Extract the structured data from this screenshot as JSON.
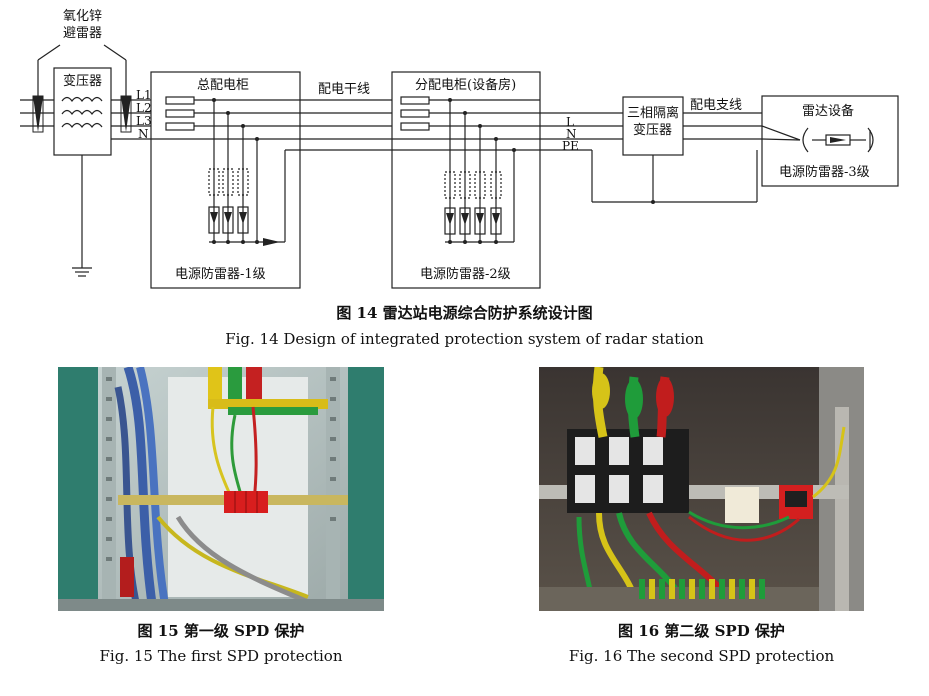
{
  "diagram": {
    "labels": {
      "zno_arrester": "氧化锌\n避雷器",
      "zno_line1": "氧化锌",
      "zno_line2": "避雷器",
      "transformer": "变压器",
      "l1": "L1",
      "l2": "L2",
      "l3": "L3",
      "n": "N",
      "main_cabinet": "总配电柜",
      "main_feeder": "配电干线",
      "sub_cabinet": "分配电柜(设备房)",
      "three_phase_transformer_line1": "三相隔离",
      "three_phase_transformer_line2": "变压器",
      "branch_line": "配电支线",
      "radar_equipment": "雷达设备",
      "spd3": "电源防雷器-3级",
      "spd1": "电源防雷器-1级",
      "spd2": "电源防雷器-2级",
      "l": "L",
      "n2": "N",
      "pe": "PE"
    }
  },
  "fig14": {
    "caption_cn": "图 14  雷达站电源综合防护系统设计图",
    "caption_en": "Fig. 14 Design of integrated protection system of radar station"
  },
  "fig15": {
    "caption_cn": "图 15  第一级 SPD 保护",
    "caption_en": "Fig. 15 The first SPD protection"
  },
  "fig16": {
    "caption_cn": "图 16  第二级 SPD 保护",
    "caption_en": "Fig. 16 The second SPD protection"
  }
}
